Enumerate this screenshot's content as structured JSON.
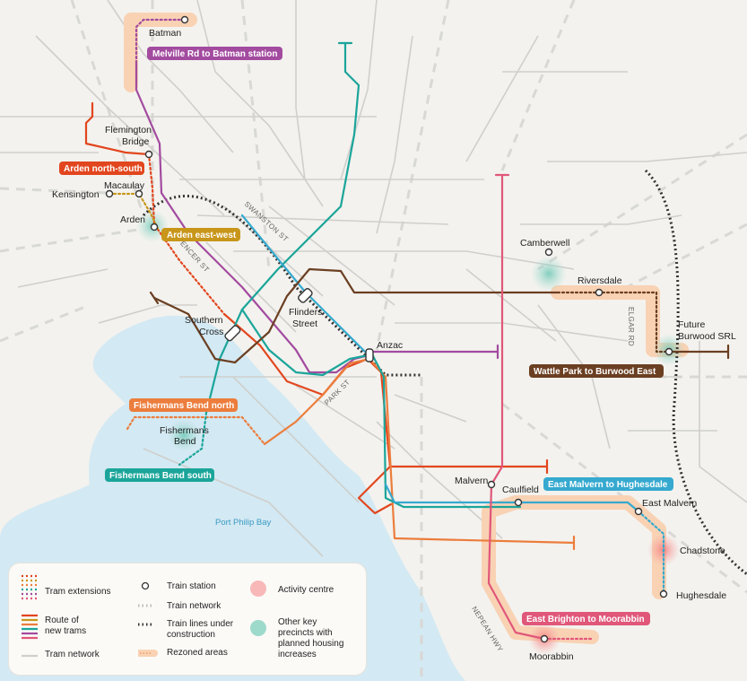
{
  "places": {
    "batman": "Batman",
    "flemington_bridge": "Flemington\nBridge",
    "macaulay": "Macaulay",
    "kensington": "Kensington",
    "arden": "Arden",
    "southern_cross": "Southern\nCross",
    "flinders_street": "Flinders\nStreet",
    "anzac": "Anzac",
    "camberwell": "Camberwell",
    "riversdale": "Riversdale",
    "future_burwood_srl": "Future\nBurwood SRL",
    "fishermans_bend": "Fishermans\nBend",
    "malvern": "Malvern",
    "caulfield": "Caulfield",
    "east_malvern": "East Malvern",
    "chadstone": "Chadstone",
    "hughesdale": "Hughesdale",
    "moorabbin": "Moorabbin",
    "port_phillip_bay": "Port Philip Bay"
  },
  "streets": {
    "swanston": "SWANSTON ST",
    "spencer": "SPENCER ST",
    "park": "PARK ST",
    "elgar": "ELGAR RD",
    "nepean": "NEPEAN HWY"
  },
  "routes": {
    "melville": {
      "label": "Melville Rd to Batman station",
      "color": "#a24b9f"
    },
    "arden_ns": {
      "label": "Arden north-south",
      "color": "#e2461e"
    },
    "arden_ew": {
      "label": "Arden east-west",
      "color": "#c8961a"
    },
    "fb_north": {
      "label": "Fishermans Bend north",
      "color": "#ec7d3c"
    },
    "fb_south": {
      "label": "Fishermans Bend south",
      "color": "#1ba59a"
    },
    "wattle": {
      "label": "Wattle Park to Burwood East",
      "color": "#6b3f22"
    },
    "em_hughes": {
      "label": "East Malvern to Hughesdale",
      "color": "#35a9cf"
    },
    "eb_moorabbin": {
      "label": "East Brighton to Moorabbin",
      "color": "#e0577a"
    }
  },
  "legend": {
    "tram_extensions": "Tram extensions",
    "route_new_trams": "Route of\nnew trams",
    "tram_network": "Tram network",
    "train_station": "Train station",
    "train_network": "Train network",
    "train_lines_construction": "Train lines under\nconstruction",
    "rezoned_areas": "Rezoned areas",
    "activity_centre": "Activity centre",
    "other_precincts": "Other key\nprecincts with\nplanned housing\nincreases"
  },
  "colors": {
    "water": "#d3e9f3",
    "land": "#f3f2ee",
    "tram_network": "#cfcfcc",
    "train_network": "#d8d8d5",
    "rezoned": "#f9d2b4",
    "activity": "#f7a7a7",
    "precinct": "#a8dcd2"
  }
}
